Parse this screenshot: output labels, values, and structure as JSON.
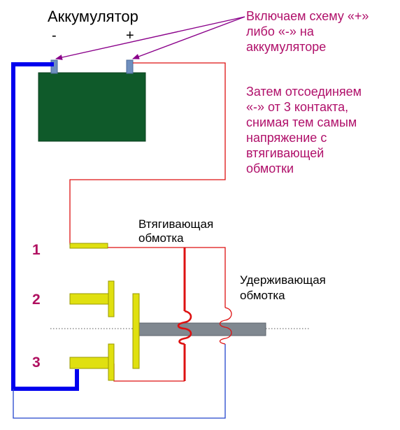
{
  "battery": {
    "title": "Аккумулятор",
    "minus": "-",
    "plus": "+"
  },
  "annotations": {
    "switch_note": [
      "Включаем схему «+»",
      "либо «-» на",
      "аккумуляторе"
    ],
    "disconnect_note": [
      "Затем отсоединяем",
      "«-» от 3 контакта,",
      "снимая тем самым",
      "напряжение с",
      "втягивающей",
      "обмотки"
    ]
  },
  "coils": {
    "pull_in": [
      "Втягивающая",
      "обмотка"
    ],
    "hold": [
      "Удерживающая",
      "обмотка"
    ]
  },
  "contacts": [
    "1",
    "2",
    "3"
  ],
  "colors": {
    "battery_body": "#0f5a2a",
    "terminal": "#6f8fbe",
    "wire_negative": "#0000ee",
    "wire_red": "#dd1111",
    "wire_blue_thin": "#2244cc",
    "contact_fill": "#e0e010",
    "contact_stroke": "#999900",
    "plunger": "#808890",
    "annotation_text": "#b0106a",
    "arrow": "#8a008a",
    "contact_number": "#b01060"
  }
}
